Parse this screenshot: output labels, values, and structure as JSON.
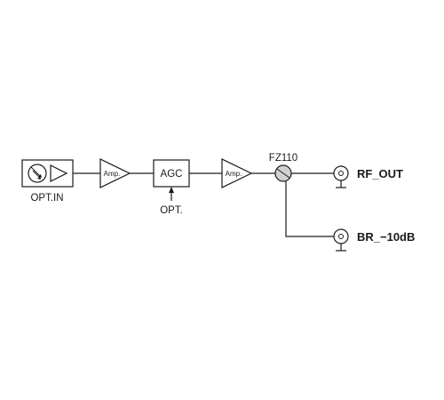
{
  "diagram": {
    "optical_input_label": "OPT.IN",
    "amp1_label": "Amp.",
    "agc_label": "AGC",
    "agc_option_label": "OPT.",
    "amp2_label": "Amp.",
    "splitter_label": "FZ110",
    "output_main_label": "RF_OUT",
    "output_branch_label": "BR_−10dB"
  },
  "colors": {
    "line": "#1a1a1a",
    "background": "#ffffff"
  }
}
